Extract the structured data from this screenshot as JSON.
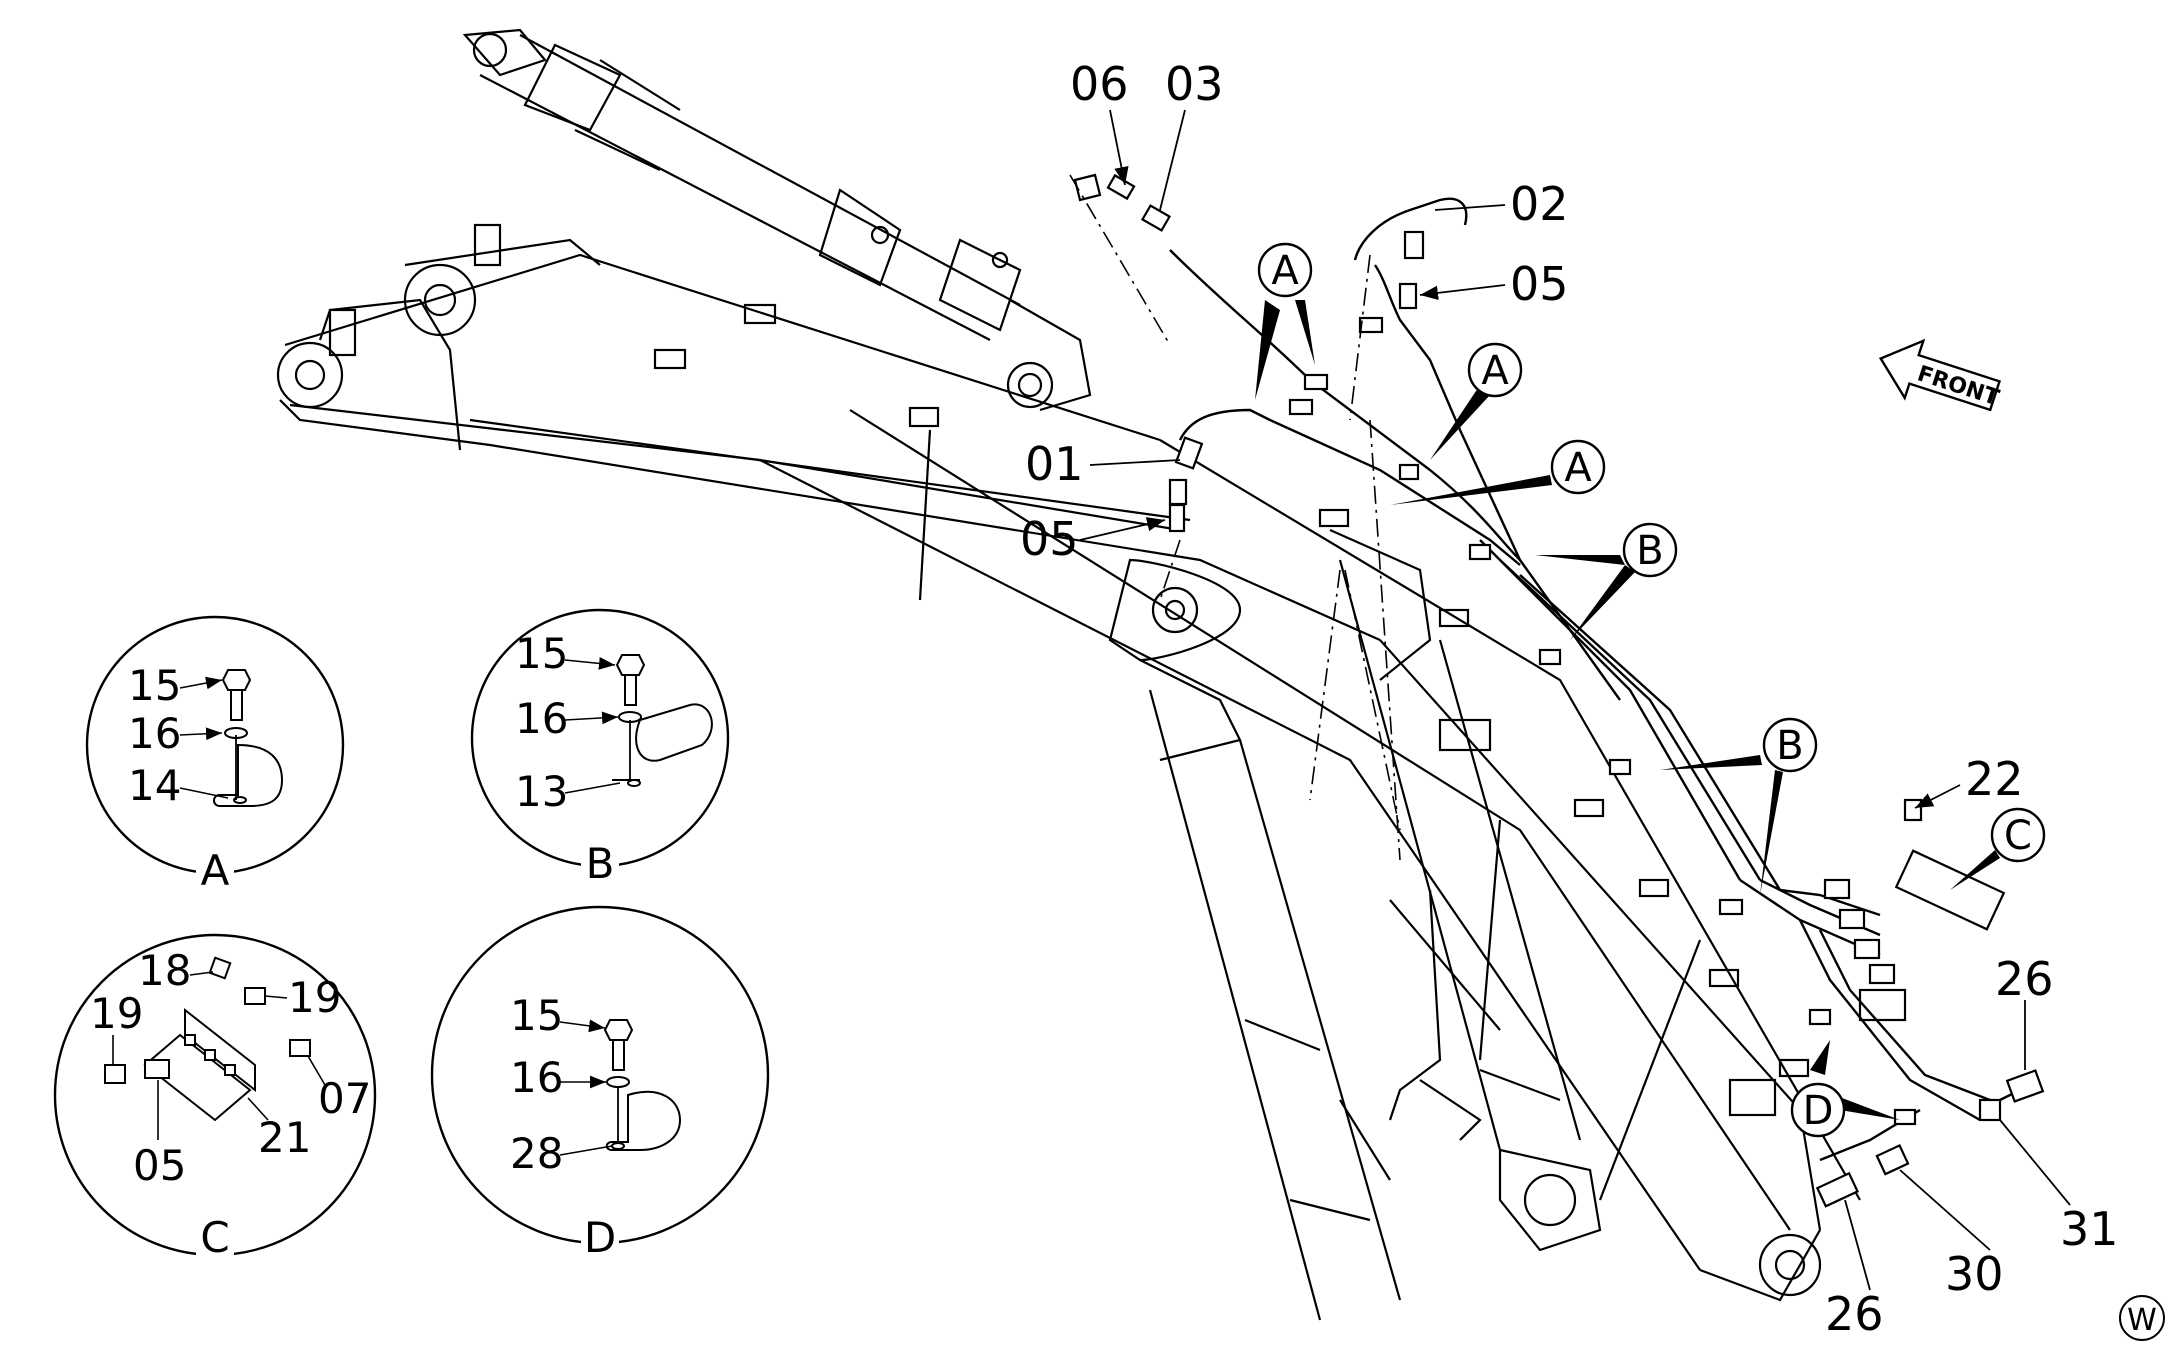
{
  "labels": {
    "p06": "06",
    "p03": "03",
    "p02": "02",
    "p05a": "05",
    "p01": "01",
    "p05b": "05",
    "p22": "22",
    "p26a": "26",
    "p26b": "26",
    "p30": "30",
    "p31": "31"
  },
  "callouts": {
    "A1": "A",
    "A2": "A",
    "A3": "A",
    "B1": "B",
    "B2": "B",
    "C": "C",
    "D": "D"
  },
  "front_arrow": "FRONT",
  "corner_mark": "W",
  "details": {
    "A": {
      "title": "A",
      "l15": "15",
      "l16": "16",
      "l14": "14"
    },
    "B": {
      "title": "B",
      "l15": "15",
      "l16": "16",
      "l13": "13"
    },
    "C": {
      "title": "C",
      "l18": "18",
      "l19a": "19",
      "l19b": "19",
      "l07": "07",
      "l05": "05",
      "l21": "21"
    },
    "D": {
      "title": "D",
      "l15": "15",
      "l16": "16",
      "l28": "28"
    }
  }
}
